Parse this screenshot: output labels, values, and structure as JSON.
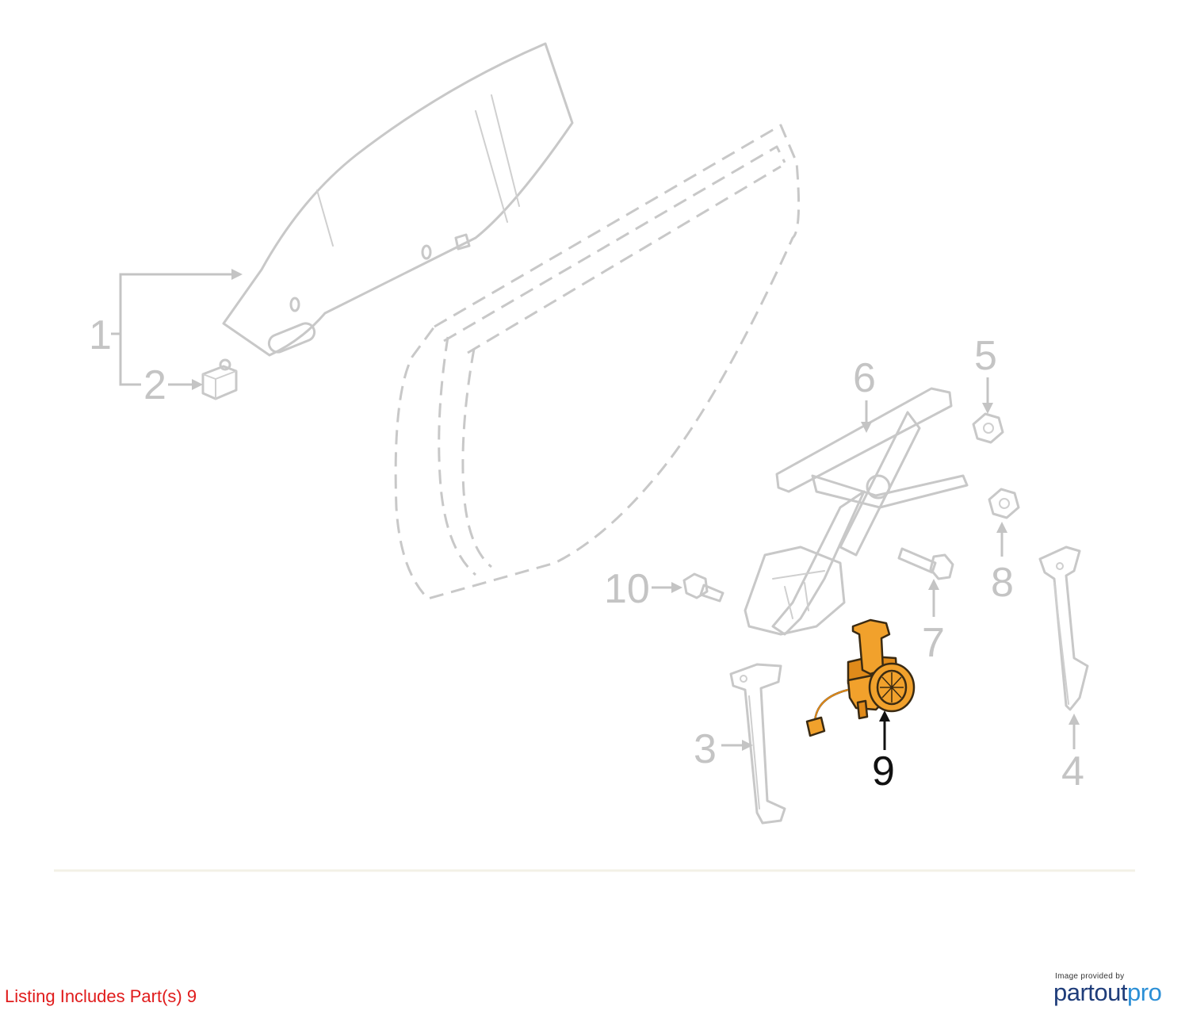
{
  "callouts": {
    "c1": "1",
    "c2": "2",
    "c3": "3",
    "c4": "4",
    "c5": "5",
    "c6": "6",
    "c7": "7",
    "c8": "8",
    "c9": "9",
    "c10": "10"
  },
  "highlighted_part": "9",
  "colors": {
    "highlight": "#f1a12c",
    "ghost": "#c8c8c8",
    "caption": "#e01b1b",
    "brand_dark": "#1f3d7a",
    "brand_light": "#2b8fd6"
  },
  "caption": "Listing Includes Part(s) 9",
  "credit": {
    "provided_by": "Image provided by",
    "brand_part1": "partout",
    "brand_part2": "pro"
  }
}
